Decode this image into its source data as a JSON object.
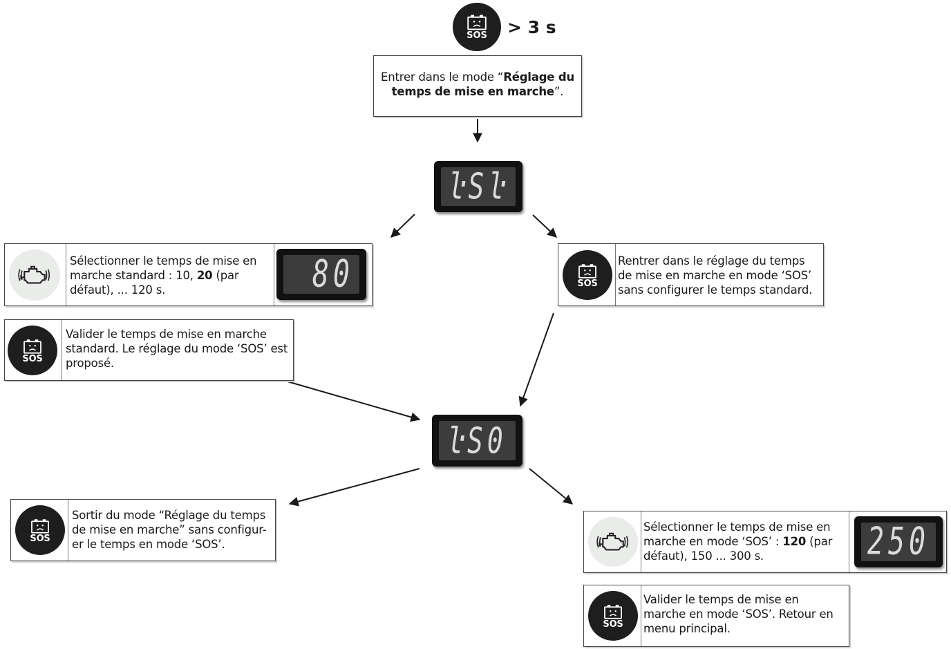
{
  "header": {
    "trigger": "> 3 s"
  },
  "enter_box": {
    "prefix": "Entrer dans le mode “",
    "bold": "Réglage du temps de mise en marche",
    "suffix": "”."
  },
  "displays": {
    "tst": "ŀSŀ",
    "ts0": "ŀS0",
    "val80": "80",
    "val250": "250"
  },
  "select_std": {
    "l1": "Sélectionner le temps de mise en",
    "l2_pre": "marche standard : 10, ",
    "l2_bold": "20",
    "l2_post": " (par",
    "l3": "défaut), ... 120 s."
  },
  "valid_std": {
    "l1": "Valider le temps de mise en marche",
    "l2": "standard. Le réglage du mode ‘SOS’ est",
    "l3": "proposé."
  },
  "reenter_sos": {
    "l1": "Rentrer dans le réglage du temps",
    "l2": "de mise en marche en mode ‘SOS’",
    "l3": "sans configurer le temps standard."
  },
  "exit_mode": {
    "l1": "Sortir du mode “Réglage du temps",
    "l2": "de mise en marche” sans configur-",
    "l3": "er le temps en mode  ‘SOS’."
  },
  "select_sos": {
    "l1": "Sélectionner le temps de mise en",
    "l2_pre": "marche en mode ‘SOS’ : ",
    "l2_bold": "120",
    "l2_post": " (par",
    "l3": "défaut), 150 ... 300 s."
  },
  "valid_sos": {
    "l1": "Valider le temps de mise en",
    "l2": "marche en mode ‘SOS’. Retour en",
    "l3": "menu principal."
  },
  "sos_label": "SOS",
  "icons": {
    "sos": "sos-battery-icon",
    "engine": "engine-check-icon"
  }
}
